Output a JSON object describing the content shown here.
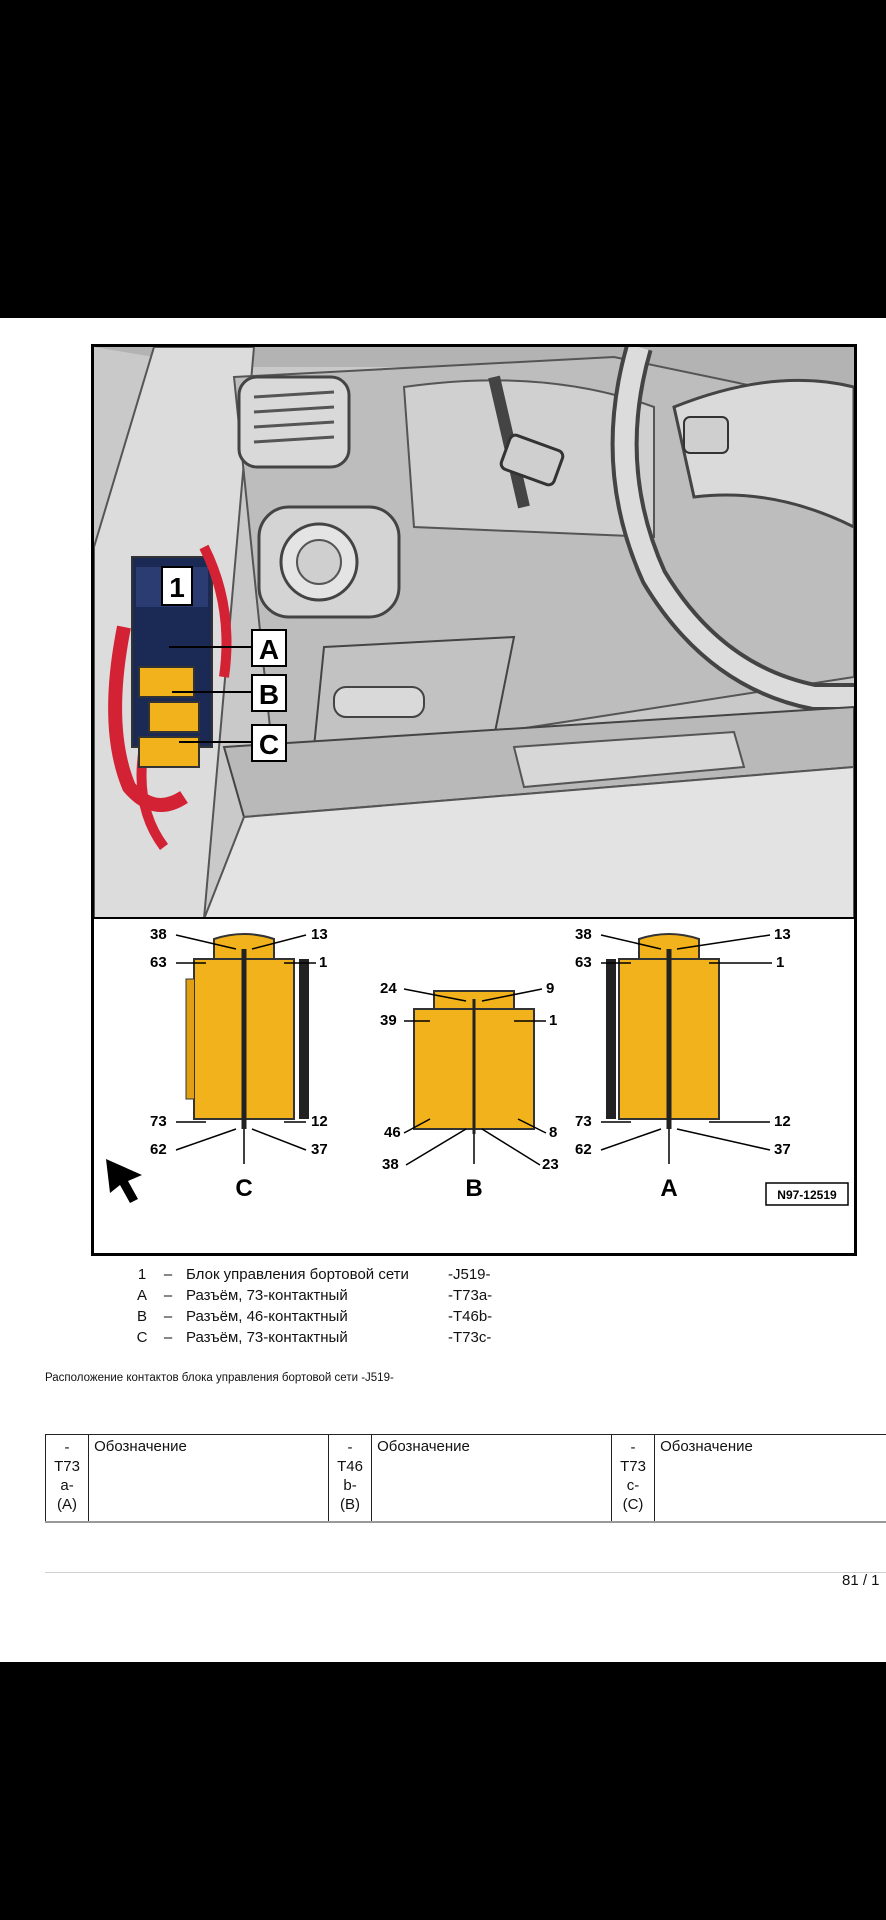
{
  "figure": {
    "photo_labels": {
      "item1": "1",
      "a": "A",
      "b": "B",
      "c": "C"
    },
    "connector_c": {
      "letter": "C",
      "pins": [
        "38",
        "13",
        "63",
        "1",
        "73",
        "12",
        "62",
        "37"
      ]
    },
    "connector_b": {
      "letter": "B",
      "pins": [
        "24",
        "9",
        "39",
        "1",
        "46",
        "8",
        "38",
        "23"
      ]
    },
    "connector_a": {
      "letter": "A",
      "pins": [
        "38",
        "13",
        "63",
        "1",
        "73",
        "12",
        "62",
        "37"
      ]
    },
    "figure_code": "N97-12519",
    "colors": {
      "connector": "#f2b21b",
      "harness": "#d42235"
    }
  },
  "legend": [
    {
      "key": "1",
      "dash": "–",
      "text": "Блок управления бортовой сети",
      "code": "-J519-"
    },
    {
      "key": "A",
      "dash": "–",
      "text": "Разъём, 73-контактный",
      "code": "-T73a-"
    },
    {
      "key": "B",
      "dash": "–",
      "text": "Разъём, 46-контактный",
      "code": "-T46b-"
    },
    {
      "key": "C",
      "dash": "–",
      "text": "Разъём, 73-контактный",
      "code": "-T73c-"
    }
  ],
  "caption": "Расположение контактов блока управления бортовой сети  -J519-",
  "table": {
    "columns": [
      {
        "num": [
          "-",
          "T73",
          "a-",
          "(A)"
        ],
        "label": "Обозначение"
      },
      {
        "num": [
          "-",
          "T46",
          "b-",
          "(B)"
        ],
        "label": "Обозначение"
      },
      {
        "num": [
          "-",
          "T73",
          "c-",
          "(C)"
        ],
        "label": "Обозначение"
      }
    ]
  },
  "pager": "81 /  1"
}
